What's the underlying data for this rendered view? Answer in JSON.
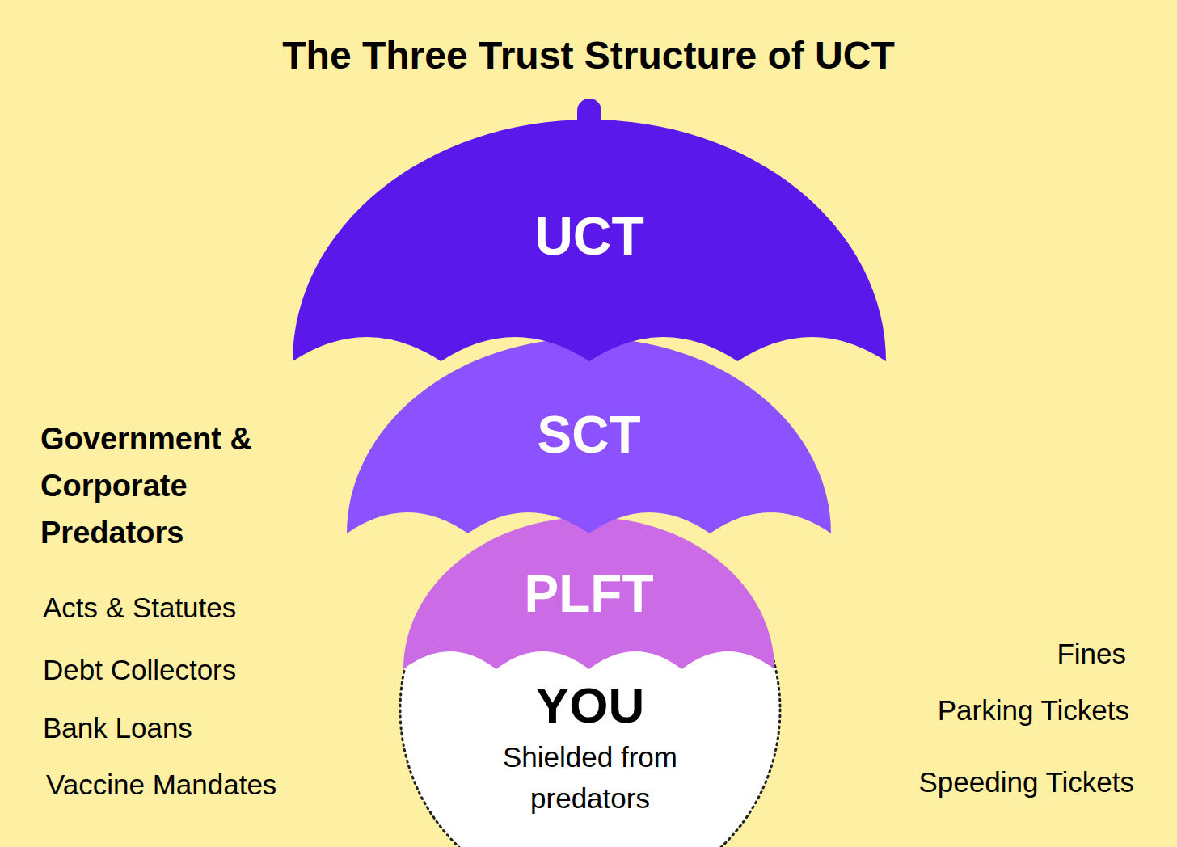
{
  "diagram": {
    "title": "The Three Trust Structure of UCT",
    "nodes": [
      {
        "text": [
          "UCT"
        ]
      },
      {
        "text": [
          "SCT"
        ]
      },
      {
        "text": [
          "PLFT"
        ]
      },
      {
        "text": [
          "YOU",
          "Shielded from predators"
        ]
      }
    ],
    "labels": [
      "Government & Corporate Predators",
      "Acts & Statutes",
      "Debt Collectors",
      "Bank Loans",
      "Vaccine Mandates",
      "Fines",
      "Parking Tickets",
      "Speeding Tickets"
    ]
  }
}
